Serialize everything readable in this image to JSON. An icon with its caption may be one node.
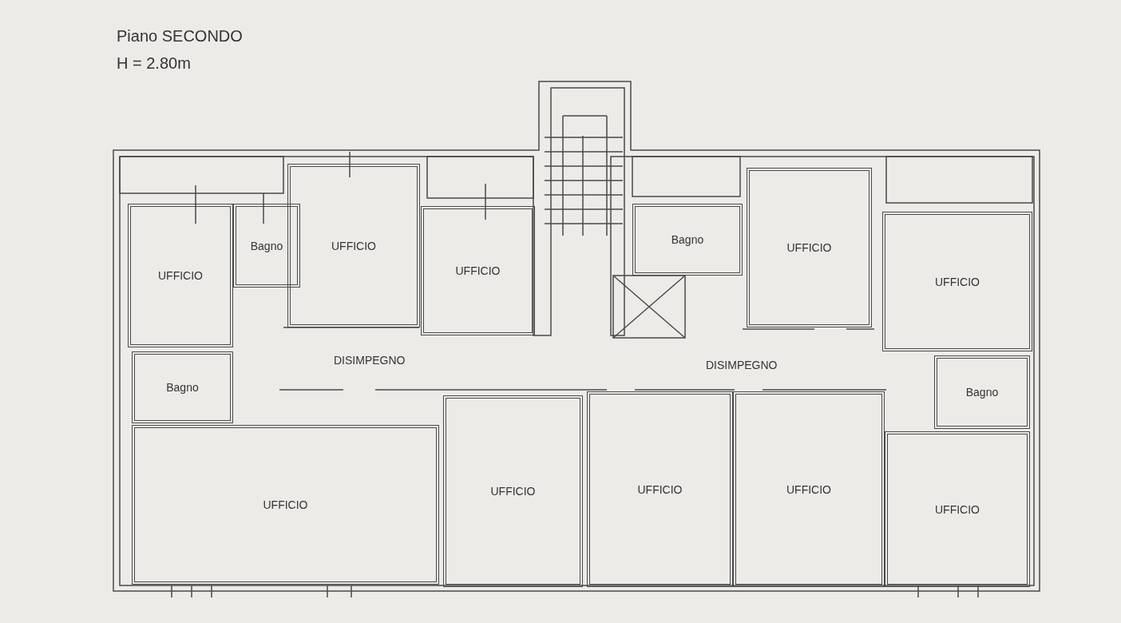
{
  "diagram": {
    "title": "Piano SECONDO",
    "nodes": [
      {
        "text": [
          "UFFICIO"
        ]
      },
      {
        "text": [
          "Bagno"
        ]
      },
      {
        "text": [
          "UFFICIO"
        ]
      },
      {
        "text": [
          "UFFICIO"
        ]
      },
      {
        "text": [
          "Bagno"
        ]
      },
      {
        "text": [
          "UFFICIO"
        ]
      },
      {
        "text": [
          "UFFICIO"
        ]
      },
      {
        "text": [
          "Bagno"
        ]
      },
      {
        "text": [
          "Bagno"
        ]
      },
      {
        "text": [
          "UFFICIO"
        ]
      },
      {
        "text": [
          "UFFICIO"
        ]
      },
      {
        "text": [
          "UFFICIO"
        ]
      },
      {
        "text": [
          "UFFICIO"
        ]
      },
      {
        "text": [
          "UFFICIO"
        ]
      }
    ],
    "edges": [],
    "labels": [
      "H = 2.80m",
      "DISIMPEGNO",
      "DISIMPEGNO"
    ]
  }
}
